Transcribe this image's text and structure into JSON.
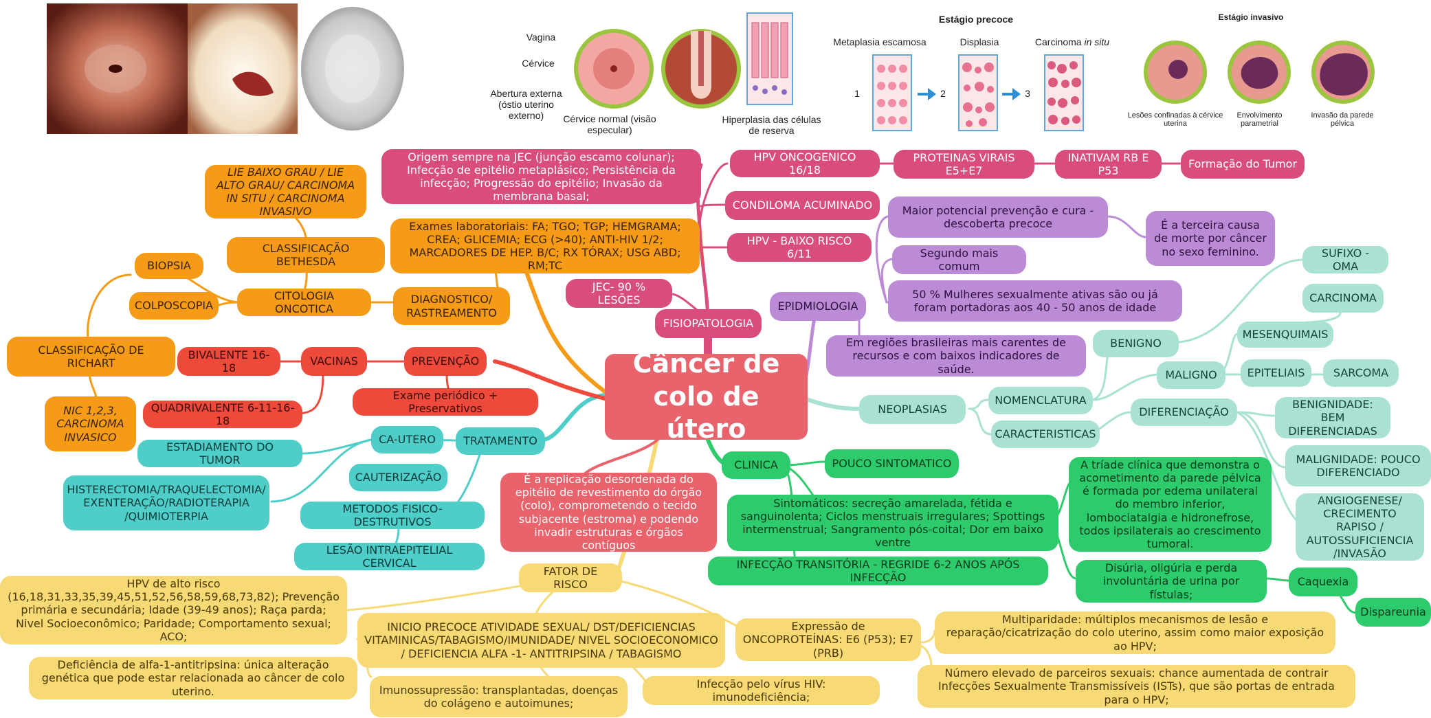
{
  "root": "Câncer de colo de útero",
  "colors": {
    "fisiopatologia": "#d94d7b",
    "epidemiologia": "#bb8bd5",
    "neoplasias": "#a9e1d2",
    "clinica": "#2ecb6d",
    "fator_de_risco": "#f7d975",
    "tratamento": "#4fcdc8",
    "prevencao": "#ee4a3c",
    "diagnostico": "#f59b17",
    "definicao": "#e8636c"
  },
  "illustration": {
    "labels": {
      "vagina": "Vagina",
      "cervice": "Cérvice",
      "abertura": "Abertura externa (óstio uterino externo)",
      "cervice_normal": "Cérvice normal (visão especular)",
      "hiperplasia": "Hiperplasia das células de reserva",
      "estagio_precoce": "Estágio precoce",
      "metaplasia": "Metaplasia escamosa",
      "displasia": "Displasia",
      "carcinoma_prefix": "Carcinoma ",
      "carcinoma_italic": "in situ",
      "num1": "1",
      "num2": "2",
      "num3": "3",
      "estagio_invasivo": "Estágio invasivo",
      "lesoes": "Lesões confinadas à cérvice uterina",
      "envolvimento": "Envolvimento parametrial",
      "invasao": "Invasão da parede pélvica"
    }
  },
  "nodes": {
    "fisiopatologia": "FISIOPATOLOGIA",
    "fisio_origem": "Origem sempre na JEC (junção escamo colunar); Infecção de epitélio metaplásico; Persistência da infecção; Progressão do epitélio; Invasão da membrana basal;",
    "hpv_onco": "HPV ONCOGENICO 16/18",
    "proteinas": "PROTEINAS VIRAIS E5+E7",
    "inativam": "INATIVAM RB E P53",
    "formacao": "Formação do Tumor",
    "condiloma": "CONDILOMA ACUMINADO",
    "hpv_baixo": "HPV - BAIXO RISCO 6/11",
    "jec": "JEC- 90 % LESÕES",
    "epidemiologia": "EPIDMIOLOGIA",
    "epi_maior": "Maior potencial prevenção e cura - descoberta precoce",
    "epi_terceira": "É a terceira causa de morte por câncer no sexo feminino.",
    "epi_segundo": "Segundo mais comum",
    "epi_50": "50 % Mulheres sexualmente ativas são ou já foram portadoras aos 40 - 50 anos de idade",
    "epi_regioes": "Em regiões brasileiras mais carentes de recursos e com baixos indicadores de saúde.",
    "neoplasias": "NEOPLASIAS",
    "nomenclatura": "NOMENCLATURA",
    "caracteristicas": "CARACTERISTICAS",
    "benigno": "BENIGNO",
    "sufixo": "SUFIXO -OMA",
    "maligno": "MALIGNO",
    "carcinoma": "CARCINOMA",
    "mesenquimais": "MESENQUIMAIS",
    "epiteliais": "EPITELIAIS",
    "sarcoma": "SARCOMA",
    "diferenciacao": "DIFERENCIAÇÃO",
    "benignidade": "BENIGNIDADE: BEM DIFERENCIADAS",
    "malignidade": "MALIGNIDADE: POUCO DIFERENCIADO",
    "angiogenese": "ANGIOGENESE/ CRECIMENTO RAPISO / AUTOSSUFICIENCIA /INVASÃO",
    "clinica": "CLINICA",
    "pouco": "POUCO SINTOMATICO",
    "sintomaticos": "Sintomáticos: secreção amarelada, fétida e sanguinolenta; Ciclos menstruais irregulares; Spottings intermenstrual; Sangramento pós-coital; Dor em baixo ventre",
    "infeccao_transitoria": "INFECÇÃO TRANSITÓRIA - REGRIDE 6-2 ANOS APÓS INFECÇÃO",
    "triade": "A tríade clínica que demonstra o acometimento da parede pélvica é formada por edema unilateral do membro inferior, lombociatalgia e hidronefrose, todos ipsilaterais ao crescimento tumoral.",
    "disuria": "Disúria, oligúria e perda involuntária de urina por fístulas;",
    "caquexia": "Caquexia",
    "dispareunia": "Dispareunia",
    "fator": "FATOR DE RISCO",
    "fr_hpv": "HPV de alto risco (16,18,31,33,35,39,45,51,52,56,58,59,68,73,82); Prevenção primária e secundária; Idade (39-49 anos); Raça parda; Nivel Socioeconômico; Paridade; Comportamento sexual; ACO;",
    "fr_inicio": "INICIO PRECOCE ATIVIDADE SEXUAL/ DST/DEFICIENCIAS VITAMINICAS/TABAGISMO/IMUNIDADE/ NIVEL SOCIOECONOMICO / DEFICIENCIA ALFA -1- ANTITRIPSINA / TABAGISMO",
    "fr_expressao": "Expressão de ONCOPROTEÍNAS: E6 (P53); E7 (PRB)",
    "fr_multi": "Multiparidade: múltiplos mecanismos de lesão e reparação/cicatrização do colo uterino, assim como maior exposição ao HPV;",
    "fr_parceiros": "Número elevado de parceiros sexuais: chance aumentada de contrair Infecções Sexualmente Transmissíveis (ISTs), que são portas de entrada para o HPV;",
    "fr_alfa": "Deficiência de alfa-1-antitripsina: única alteração genética que pode estar relacionada ao câncer de colo uterino.",
    "fr_imuno": "Imunossupressão: transplantadas, doenças do colágeno e autoimunes;",
    "fr_hiv": "Infecção pelo vírus HIV: imunodeficiência;",
    "definicao": "É a replicação desordenada do epitélio de revestimento do órgão (colo), comprometendo o tecido subjacente (estroma) e podendo invadir estruturas e órgãos contíguos",
    "tratamento": "TRATAMENTO",
    "ca_utero": "CA-UTERO",
    "estadiamento": "ESTADIAMENTO DO TUMOR",
    "histerectomia": "HISTERECTOMIA/TRAQUELECTOMIA/ EXENTERAÇÃO/RADIOTERAPIA /QUIMIOTERPIA",
    "metodos": "METODOS FISICO-DESTRUTIVOS",
    "cauterizacao": "CAUTERIZAÇÃO",
    "lesao": "LESÃO INTRAEPITELIAL CERVICAL",
    "prevencao": "PREVENÇÃO",
    "vacinas": "VACINAS",
    "bivalente": "BIVALENTE 16-18",
    "quadrivalente": "QUADRIVALENTE 6-11-16-18",
    "exame": "Exame periódico + Preservativos",
    "diagnostico": "DIAGNOSTICO/ RASTREAMENTO",
    "exames": "Exames laboratoriais: FA; TGO; TGP; HEMGRAMA; CREA; GLICEMIA; ECG (>40); ANTI-HIV 1/2; MARCADORES DE HEP. B/C; RX TÓRAX; USG ABD; RM;TC",
    "citologia": "CITOLOGIA ONCOTICA",
    "bethesda": "CLASSIFICAÇÃO BETHESDA",
    "lie": "LIE BAIXO GRAU / LIE ALTO GRAU/ CARCINOMA IN SITU / CARCINOMA INVASIVO",
    "colposcopia": "COLPOSCOPIA",
    "biopsia": "BIOPSIA",
    "richart": "CLASSIFICAÇÃO DE RICHART",
    "nic": "NIC 1,2,3, CARCINOMA INVASICO"
  }
}
